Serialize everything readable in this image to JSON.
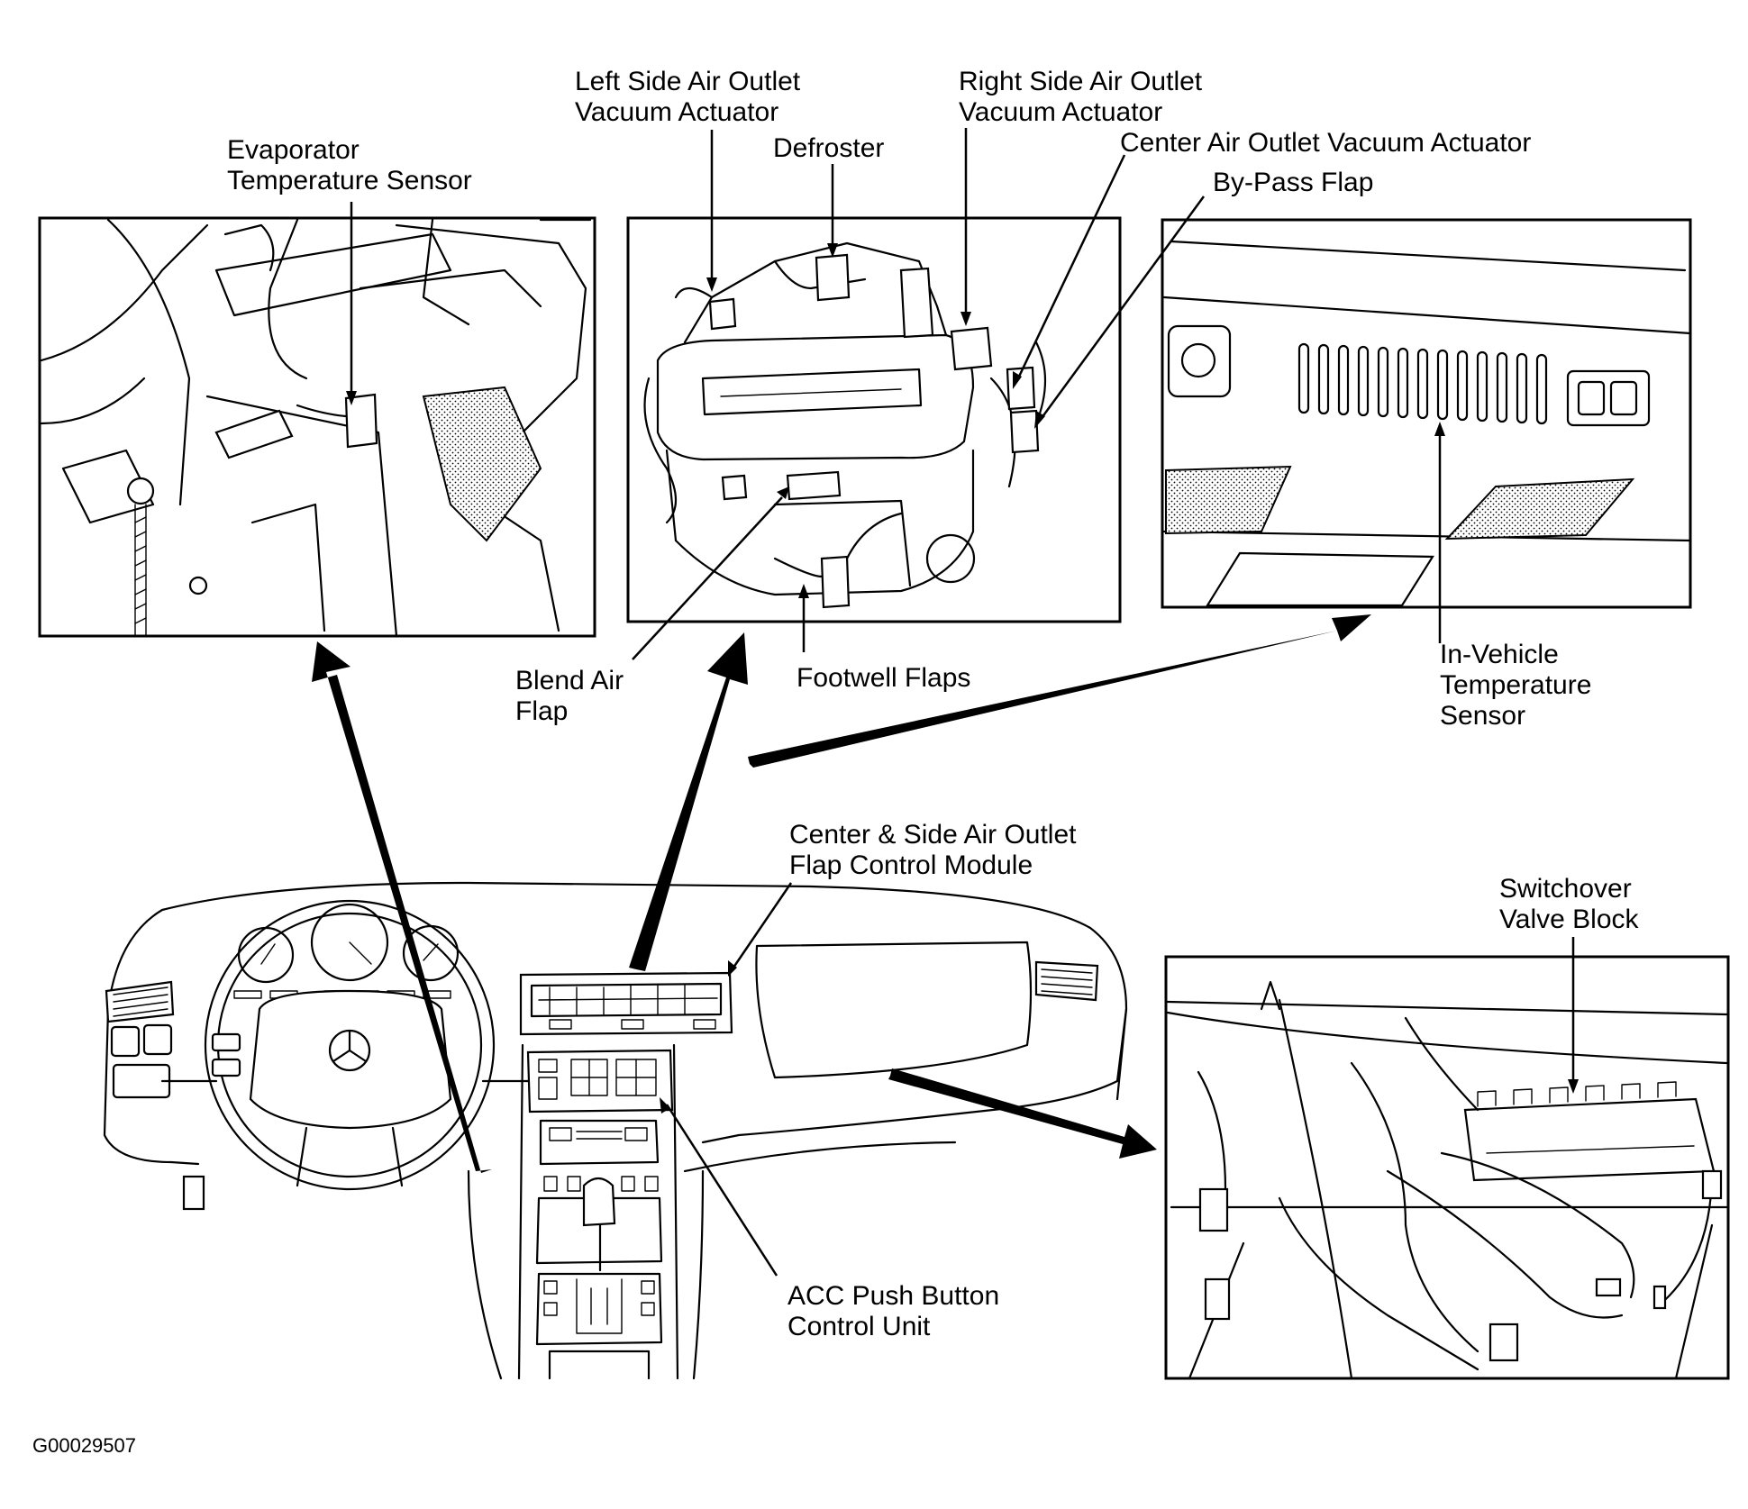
{
  "labels": {
    "evaporator_sensor": [
      "Evaporator",
      "Temperature Sensor"
    ],
    "left_outlet_actuator": [
      "Left Side Air Outlet",
      "Vacuum Actuator"
    ],
    "defroster": "Defroster",
    "right_outlet_actuator": [
      "Right Side Air Outlet",
      "Vacuum Actuator"
    ],
    "center_outlet_actuator": "Center Air Outlet Vacuum Actuator",
    "bypass_flap": "By-Pass Flap",
    "blend_air_flap": [
      "Blend Air",
      "Flap"
    ],
    "footwell_flaps": "Footwell Flaps",
    "in_vehicle_sensor": [
      "In-Vehicle",
      "Temperature",
      "Sensor"
    ],
    "flap_control_module": [
      "Center & Side Air Outlet",
      "Flap Control Module"
    ],
    "switchover_valve_block": [
      "Switchover",
      "Valve Block"
    ],
    "acc_control_unit": [
      "ACC Push Button",
      "Control Unit"
    ]
  },
  "figure_code": "G00029507"
}
